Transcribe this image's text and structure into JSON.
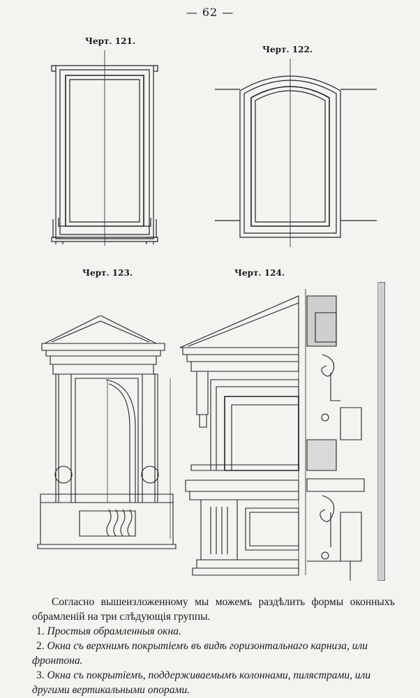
{
  "page": {
    "number": "— 62 —"
  },
  "figures": {
    "fig121": {
      "caption": "Черт. 121."
    },
    "fig122": {
      "caption": "Черт. 122."
    },
    "fig123": {
      "caption": "Черт. 123."
    },
    "fig124": {
      "caption": "Черт. 124."
    }
  },
  "text": {
    "intro": "Согласно вышеизложенному мы можемъ раздѣлить формы оконныхъ обрамленій на три слѣдующія группы.",
    "items": [
      {
        "num": "1.",
        "text": "Простыя обрамленныя окна."
      },
      {
        "num": "2.",
        "text": "Окна съ верхнимъ покрытіемъ въ видѣ горизонтальнаго карниза, или фронтона."
      },
      {
        "num": "3.",
        "text": "Окна съ покрытіемъ, поддерживаемымъ колоннами, пилястрами, или другими вертикальными опорами."
      }
    ]
  }
}
